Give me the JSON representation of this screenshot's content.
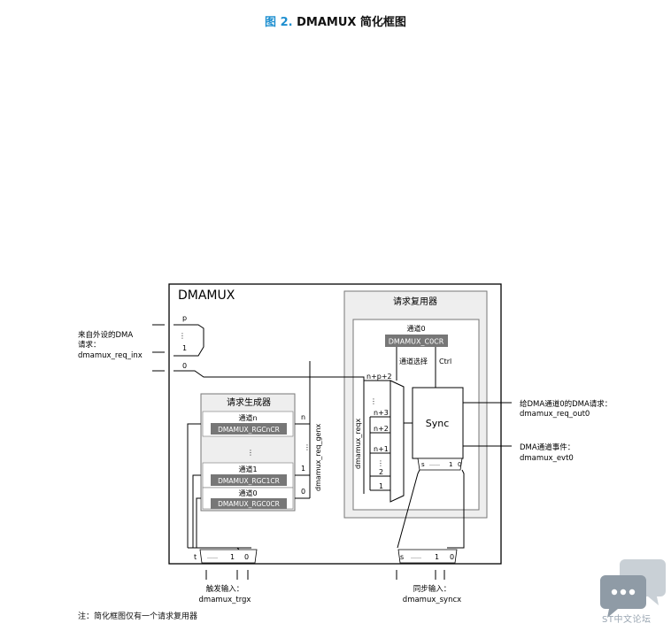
{
  "figure": {
    "label": "图 2.",
    "title": "DMAMUX 简化框图"
  },
  "note": "注：简化框图仅有一个请求复用器",
  "diagram": {
    "dmamux_label": "DMAMUX",
    "request_mux_title": "请求复用器",
    "channel0_label": "通道0",
    "c0cr_register": "DMAMUX_C0CR",
    "channel_select_label": "通道选择",
    "ctrl_label": "Ctrl",
    "sync_label": "Sync",
    "sync_port_s": "s",
    "sync_port_dots": "……",
    "sync_port_1": "1",
    "sync_port_0": "0",
    "mux_inputs": [
      "n+p+2",
      "n+3",
      "n+2",
      "n+1",
      "2",
      "1"
    ],
    "dots_vertical": "⋮",
    "dmamux_reqx": "dmamux_reqx",
    "dmamux_req_genx": "dmamux_req_genx",
    "request_generator": {
      "title": "请求生成器",
      "rows": [
        {
          "channel": "通道n",
          "register": "DMAMUX_RGCnCR",
          "out": "n"
        },
        {
          "channel": "通道1",
          "register": "DMAMUX_RGC1CR",
          "out": "1"
        },
        {
          "channel": "通道0",
          "register": "DMAMUX_RGC0CR",
          "out": "0"
        }
      ]
    },
    "left_inputs": {
      "label_line1": "来自外设的DMA",
      "label_line2": "请求：",
      "label_line3": "dmamux_req_inx",
      "ports": [
        "p",
        "1",
        "0"
      ]
    },
    "outputs": {
      "req_out_line1": "给DMA通道0的DMA请求：",
      "req_out_line2": "dmamux_req_out0",
      "evt_line1": "DMA通道事件：",
      "evt_line2": "dmamux_evt0"
    },
    "trigger": {
      "ports": [
        "t",
        "……",
        "1",
        "0"
      ],
      "label_line1": "触发输入：",
      "label_line2": "dmamux_trgx"
    },
    "sync_input": {
      "ports": [
        "s",
        "……",
        "1",
        "0"
      ],
      "label_line1": "同步输入：",
      "label_line2": "dmamux_syncx"
    }
  },
  "watermark": "ST中文论坛"
}
